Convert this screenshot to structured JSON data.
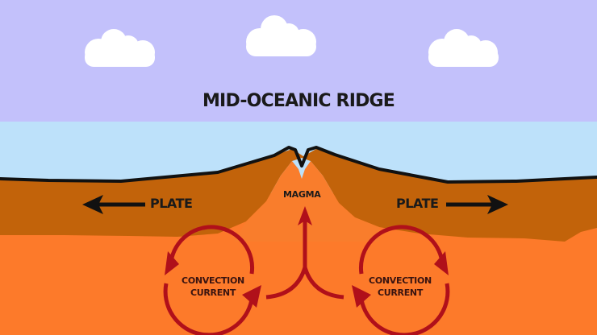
{
  "diagram": {
    "title": "MID-OCEANIC RIDGE",
    "labels": {
      "plate_left": "PLATE",
      "plate_right": "PLATE",
      "magma": "MAGMA",
      "convection_left_line1": "CONVECTION",
      "convection_left_line2": "CURRENT",
      "convection_right_line1": "CONVECTION",
      "convection_right_line2": "CURRENT"
    },
    "colors": {
      "sky": "#c3c1fb",
      "ocean": "#bde1fa",
      "plate": "#c2630a",
      "mantle": "#fd7a2a",
      "magma": "#f97d2c",
      "seafloor_outline": "#111111",
      "convection_arrows": "#b0101a",
      "plate_arrows": "#111111",
      "cloud": "#ffffff"
    },
    "elements": {
      "clouds": 3,
      "plate_arrows": [
        "left",
        "right"
      ],
      "convection_cells": [
        {
          "position": "left",
          "rotation": "counter-clockwise"
        },
        {
          "position": "right",
          "rotation": "clockwise"
        }
      ],
      "magma_upwelling_arrow": "up"
    }
  }
}
